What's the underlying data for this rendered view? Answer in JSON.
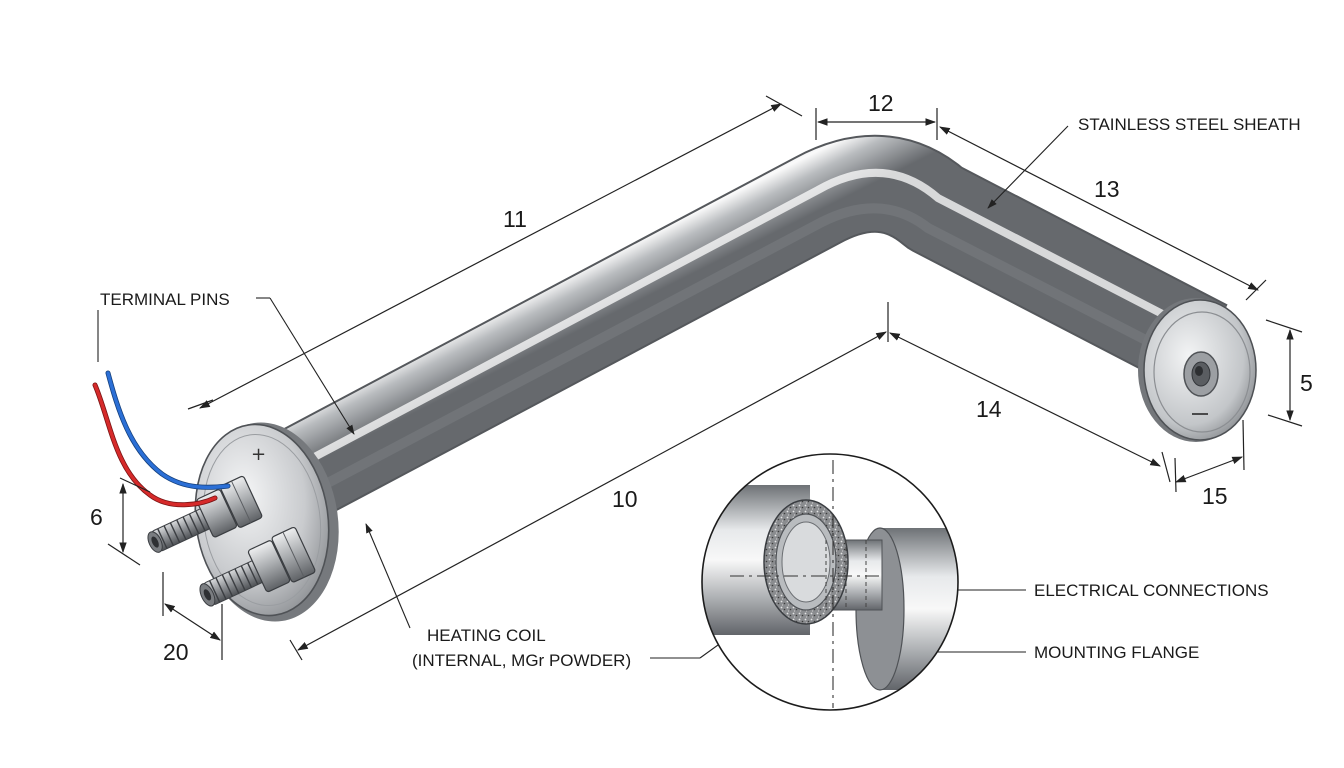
{
  "callouts": {
    "terminal_pins": "TERMINAL PINS",
    "stainless_steel_sheath": "STAINLESS STEEL SHEATH",
    "heating_coil_line1": "HEATING COIL",
    "heating_coil_line2": "(INTERNAL, MGr POWDER)",
    "electrical_connections": "ELECTRICAL CONNECTIONS",
    "mounting_flange": "MOUNTING FLANGE"
  },
  "dimensions": {
    "d5": "5",
    "d6": "6",
    "d10": "10",
    "d11": "11",
    "d12": "12",
    "d13": "13",
    "d14": "14",
    "d15": "15",
    "d20": "20"
  },
  "terminal_marks": {
    "plus": "+",
    "minus": "–"
  },
  "colors": {
    "steel_light": "#f2f3f4",
    "steel_mid": "#b7babd",
    "steel_dark": "#6f7377",
    "wire_red": "#d62a2a",
    "wire_blue": "#2b6fd6",
    "line": "#222222"
  }
}
